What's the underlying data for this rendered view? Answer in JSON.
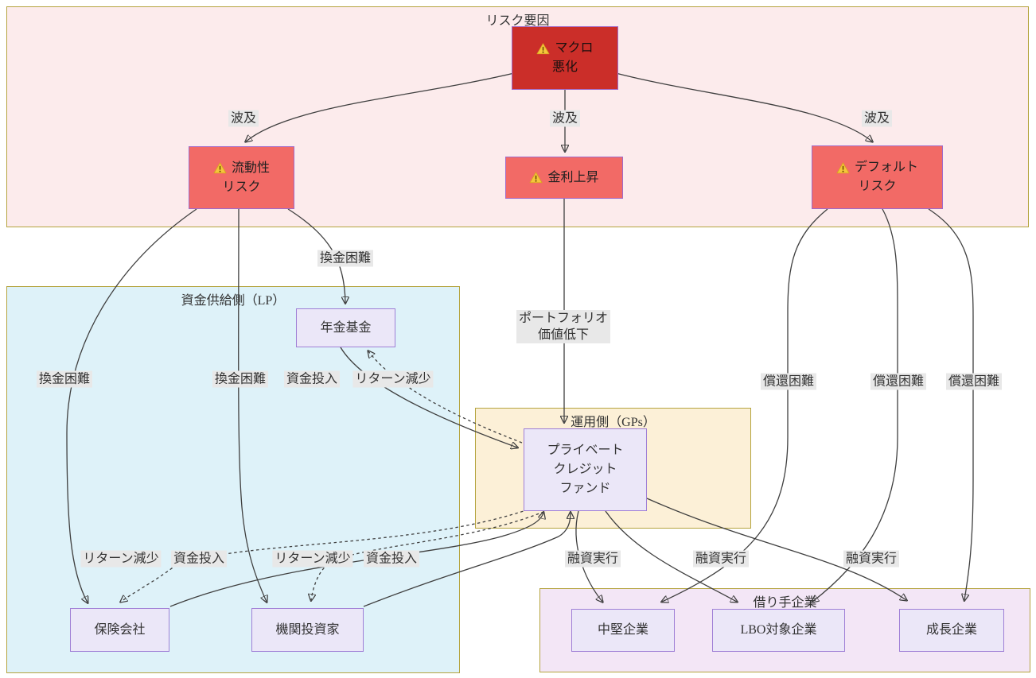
{
  "containers": {
    "risk_factors": {
      "label": "リスク要因"
    },
    "lp_side": {
      "label": "資金供給側（LP）"
    },
    "gp_side": {
      "label": "運用側（GPs）"
    },
    "borrowers": {
      "label": "借り手企業"
    }
  },
  "nodes": {
    "macro": {
      "line1": "マクロ",
      "line2": "悪化"
    },
    "liquidity": {
      "line1": "流動性",
      "line2": "リスク"
    },
    "interest_rate": {
      "line1": "金利上昇"
    },
    "default_risk": {
      "line1": "デフォルト",
      "line2": "リスク"
    },
    "pension_fund": {
      "line1": "年金基金"
    },
    "private_credit_fund": {
      "line1": "プライベート",
      "line2": "クレジット",
      "line3": "ファンド"
    },
    "insurance": {
      "line1": "保険会社"
    },
    "institutional": {
      "line1": "機関投資家"
    },
    "midsize": {
      "line1": "中堅企業"
    },
    "lbo_target": {
      "line1": "LBO対象企業"
    },
    "growth": {
      "line1": "成長企業"
    }
  },
  "edge_labels": {
    "spread": "波及",
    "cashout_difficulty": "換金困難",
    "capital_injection": "資金投入",
    "return_decline": "リターン減少",
    "portfolio_line1": "ポートフォリオ",
    "portfolio_line2": "価値低下",
    "redemption_difficulty": "償還困難",
    "loan_execution": "融資実行"
  },
  "colors": {
    "risk_container_bg": "#fcebec",
    "lp_container_bg": "#def2f9",
    "gp_container_bg": "#fcf0d7",
    "borrower_container_bg": "#f3e6f6",
    "container_border": "#b5a43f",
    "node_bg": "#ebe7f8",
    "node_border": "#9f7fd6",
    "macro_node_bg": "#cb2e29",
    "risk_node_bg": "#f26a66",
    "edge_label_bg": "#e8e8e8",
    "edge_line": "#3f3f3f",
    "warning_yellow": "#f5c63c"
  }
}
